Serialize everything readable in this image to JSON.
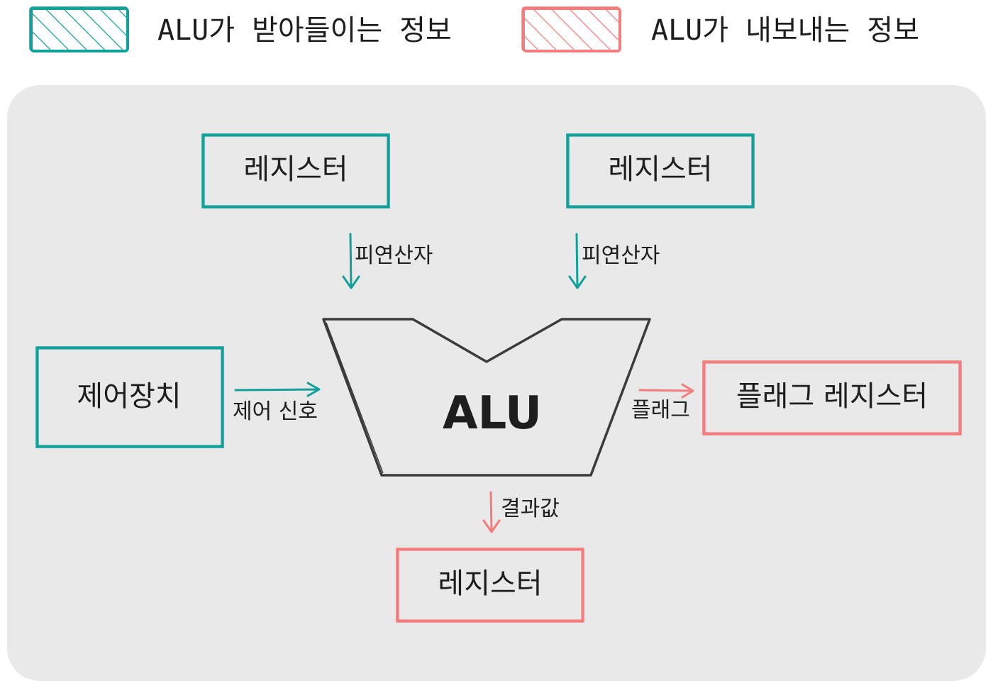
{
  "colors": {
    "input": "#12a09a",
    "output": "#f47c7c",
    "panel": "#e9e9e9",
    "stroke": "#3b3b3b",
    "text": "#1e1e1e"
  },
  "legend": {
    "input_label": "ALU가 받아들이는 정보",
    "output_label": "ALU가 내보내는 정보"
  },
  "nodes": {
    "register_left": "레지스터",
    "register_right": "레지스터",
    "control_unit": "제어장치",
    "alu": "ALU",
    "flag_register": "플래그 레지스터",
    "result_register": "레지스터"
  },
  "edges": {
    "operand_left": "피연산자",
    "operand_right": "피연산자",
    "control_signal": "제어 신호",
    "flag": "플래그",
    "result": "결과값"
  }
}
